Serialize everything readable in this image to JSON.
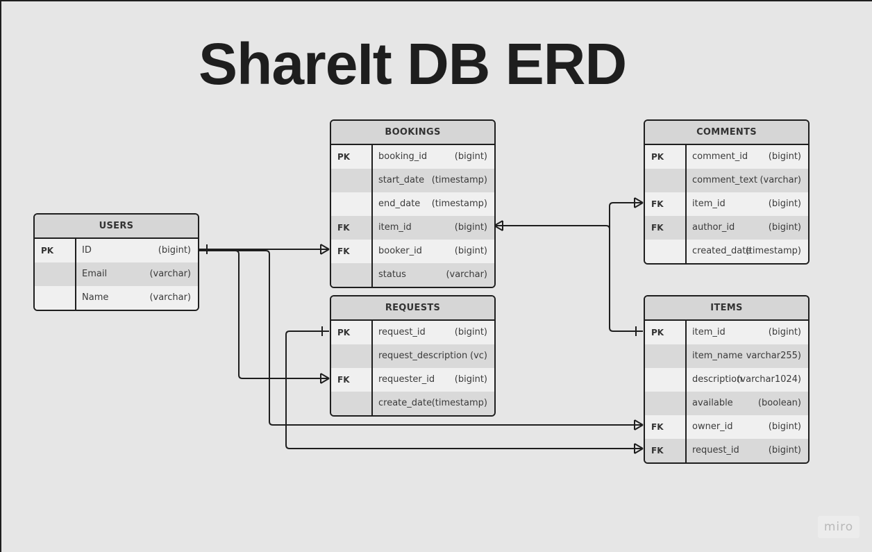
{
  "title": "ShareIt DB ERD",
  "watermark": "miro",
  "colors": {
    "background": "#e6e6e6",
    "stroke": "#1e1e1e",
    "header_fill": "#d6d6d6",
    "row_alt_fill": "#d9d9d9",
    "row_fill": "#f0f0f0"
  },
  "tables": {
    "users": {
      "name": "USERS",
      "rows": [
        {
          "key": "PK",
          "field": "ID",
          "type": "(bigint)"
        },
        {
          "key": "",
          "field": "Email",
          "type": "(varchar)"
        },
        {
          "key": "",
          "field": "Name",
          "type": "(varchar)"
        }
      ]
    },
    "bookings": {
      "name": "BOOKINGS",
      "rows": [
        {
          "key": "PK",
          "field": "booking_id",
          "type": "(bigint)"
        },
        {
          "key": "",
          "field": "start_date",
          "type": "(timestamp)"
        },
        {
          "key": "",
          "field": "end_date",
          "type": "(timestamp)"
        },
        {
          "key": "FK",
          "field": "item_id",
          "type": "(bigint)"
        },
        {
          "key": "FK",
          "field": "booker_id",
          "type": "(bigint)"
        },
        {
          "key": "",
          "field": "status",
          "type": "(varchar)"
        }
      ]
    },
    "requests": {
      "name": "REQUESTS",
      "rows": [
        {
          "key": "PK",
          "field": "request_id",
          "type": "(bigint)"
        },
        {
          "key": "",
          "field": "request_description",
          "type": "(vc)"
        },
        {
          "key": "FK",
          "field": "requester_id",
          "type": "(bigint)"
        },
        {
          "key": "",
          "field": "create_date",
          "type": "(timestamp)"
        }
      ]
    },
    "comments": {
      "name": "COMMENTS",
      "rows": [
        {
          "key": "PK",
          "field": "comment_id",
          "type": "(bigint)"
        },
        {
          "key": "",
          "field": "comment_text",
          "type": "(varchar)"
        },
        {
          "key": "FK",
          "field": "item_id",
          "type": "(bigint)"
        },
        {
          "key": "FK",
          "field": "author_id",
          "type": "(bigint)"
        },
        {
          "key": "",
          "field": "created_date",
          "type": "(timestamp)"
        }
      ]
    },
    "items": {
      "name": "ITEMS",
      "rows": [
        {
          "key": "PK",
          "field": "item_id",
          "type": "(bigint)"
        },
        {
          "key": "",
          "field": "item_name",
          "type": "varchar255)"
        },
        {
          "key": "",
          "field": "description",
          "type": "(varchar1024)"
        },
        {
          "key": "",
          "field": "available",
          "type": "(boolean)"
        },
        {
          "key": "FK",
          "field": "owner_id",
          "type": "(bigint)"
        },
        {
          "key": "FK",
          "field": "request_id",
          "type": "(bigint)"
        }
      ]
    }
  },
  "relationships": [
    {
      "from": "users.ID",
      "to": "bookings.booker_id",
      "cardinality": "one-to-many"
    },
    {
      "from": "users.ID",
      "to": "requests.requester_id",
      "cardinality": "one-to-many"
    },
    {
      "from": "users.ID",
      "to": "items.owner_id",
      "cardinality": "one-to-many"
    },
    {
      "from": "requests.request_id",
      "to": "items.request_id",
      "cardinality": "one-to-many"
    },
    {
      "from": "items.item_id",
      "to": "bookings.item_id",
      "cardinality": "one-to-many"
    },
    {
      "from": "items.item_id",
      "to": "comments.item_id",
      "cardinality": "one-to-many"
    }
  ]
}
